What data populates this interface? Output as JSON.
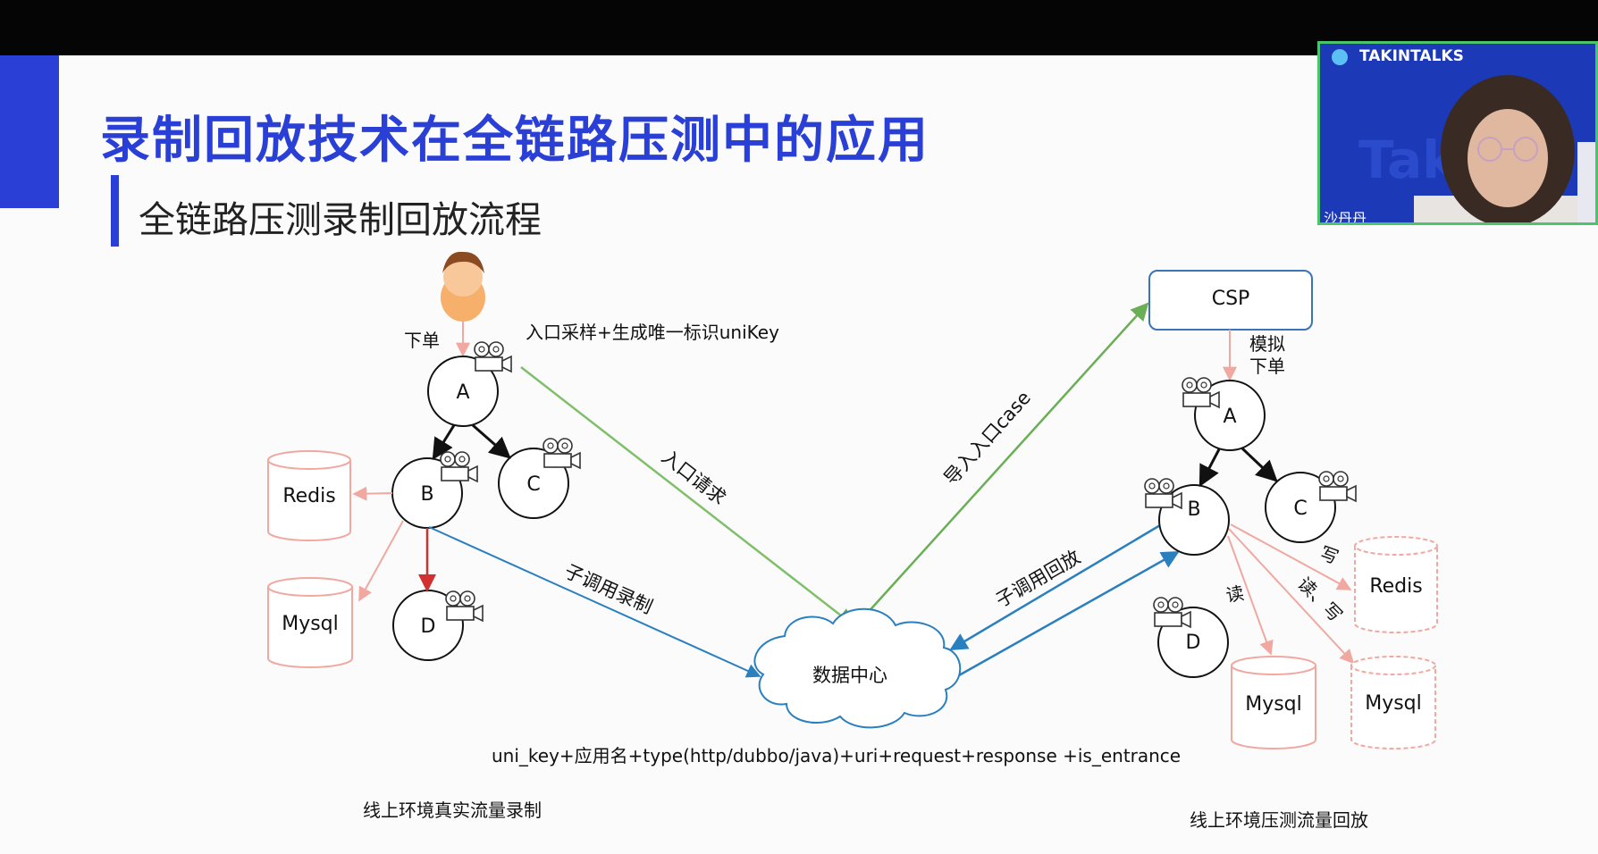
{
  "slide": {
    "title": "录制回放技术在全链路压测中的应用",
    "subtitle": "全链路压测录制回放流程"
  },
  "left": {
    "order_label": "下单",
    "sampling_note": "入口采样+生成唯一标识uniKey",
    "nodes": [
      "A",
      "B",
      "C",
      "D"
    ],
    "stores": [
      "Redis",
      "Mysql"
    ],
    "entry_request_label": "入口请求",
    "subcall_record_label": "子调用录制",
    "caption": "线上环境真实流量录制"
  },
  "center": {
    "datacenter_label": "数据中心",
    "import_case_label": "导入入口case",
    "record_format": "uni_key+应用名+type(http/dubbo/java)+uri+request+response +is_entrance"
  },
  "right": {
    "csp_label": "CSP",
    "simulate_order_label": "模拟\n下单",
    "nodes": [
      "A",
      "B",
      "C",
      "D"
    ],
    "subcall_replay_label": "子调用回放",
    "read_label": "读",
    "write_label": "写",
    "read_write_label": "读、写",
    "stores": [
      "Redis",
      "Mysql",
      "Mysql"
    ],
    "caption": "线上环境压测流量回放"
  },
  "webcam": {
    "brand": "TAKINTALKS",
    "watermark": "Takin",
    "speaker_name": "沙丹丹"
  },
  "colors": {
    "title_blue": "#2a3fd6",
    "green_arrow": "#7fbf6a",
    "blue_arrow": "#2a7fbf",
    "pink_store": "#f0a8a0",
    "red_arrow": "#d03030",
    "webcam_border": "#4cc46c"
  }
}
